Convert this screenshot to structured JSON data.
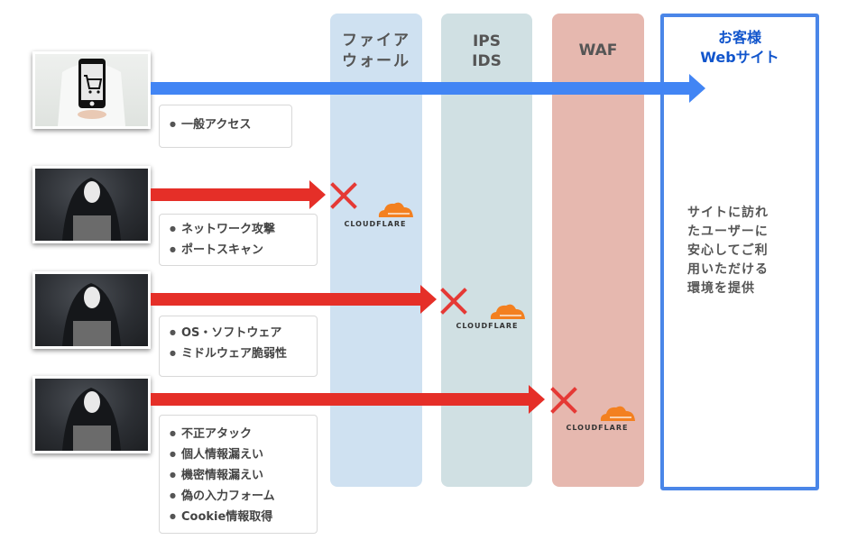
{
  "columns": {
    "firewall": {
      "title_line1": "ファイア",
      "title_line2": "ウォール",
      "color": "#cfe1f1"
    },
    "ips": {
      "title_line1": "IPS",
      "title_line2": "IDS",
      "color": "#d0e0e3"
    },
    "waf": {
      "title": "WAF",
      "color": "#e6b8af"
    }
  },
  "website": {
    "title_line1": "お客様",
    "title_line2": "Webサイト",
    "description": [
      "サイトに訪れ",
      "たユーザーに",
      "安心してご利",
      "用いただける",
      "環境を提供"
    ],
    "border_color": "#4a86e8"
  },
  "flows": [
    {
      "actor": "user",
      "arrow_color": "#4285f4",
      "blocked_at": null,
      "notes": [
        "一般アクセス"
      ]
    },
    {
      "actor": "attacker",
      "arrow_color": "#e52f28",
      "blocked_at": "firewall",
      "notes": [
        "ネットワーク攻撃",
        "ポートスキャン"
      ]
    },
    {
      "actor": "attacker",
      "arrow_color": "#e52f28",
      "blocked_at": "ips",
      "notes": [
        "OS・ソフトウェア",
        "ミドルウェア脆弱性"
      ]
    },
    {
      "actor": "attacker",
      "arrow_color": "#e52f28",
      "blocked_at": "waf",
      "notes": [
        "不正アタック",
        "個人情報漏えい",
        "機密情報漏えい",
        "偽の入力フォーム",
        "Cookie情報取得"
      ]
    }
  ],
  "cloudflare": {
    "label": "CLOUDFLARE",
    "color": "#f38020"
  }
}
